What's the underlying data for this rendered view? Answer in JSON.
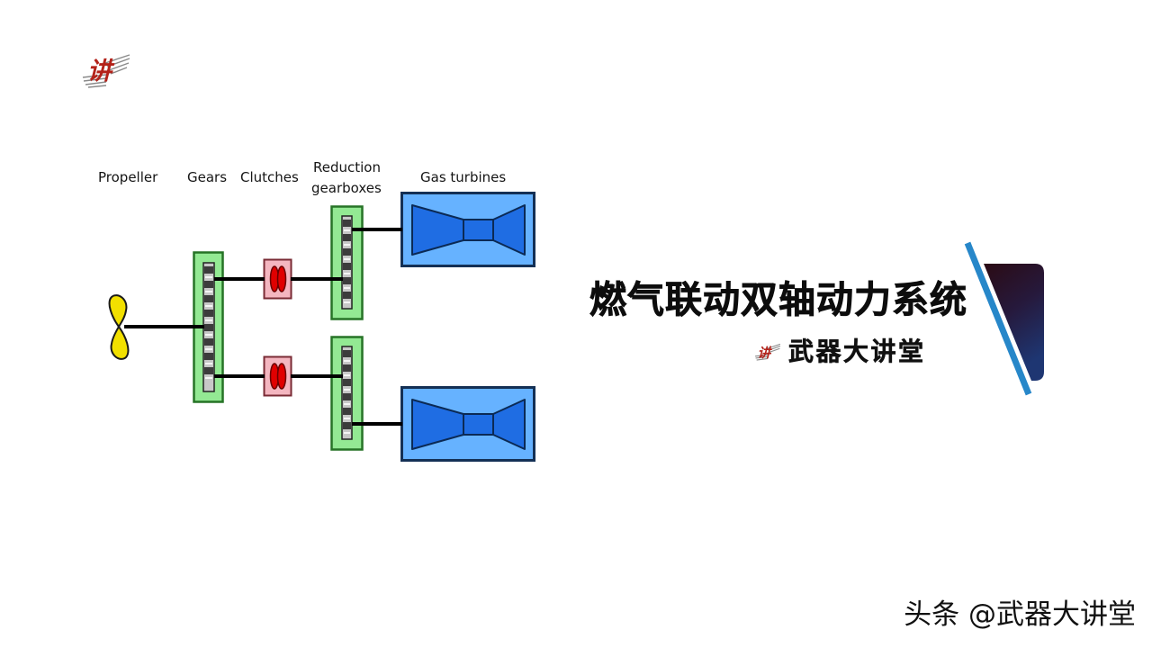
{
  "logo": {
    "icon": "winged-calligraphy-logo",
    "glyph": "讲"
  },
  "diagram": {
    "labels": {
      "propeller": "Propeller",
      "gears": "Gears",
      "clutches": "Clutches",
      "reduction_line1": "Reduction",
      "reduction_line2": "gearboxes",
      "gas_turbines": "Gas turbines"
    },
    "colors": {
      "propeller": "#f2e000",
      "gearbox": "#93e993",
      "clutch": "#f4b6c0",
      "clutch_plate": "#e00000",
      "turbine_housing": "#66b2ff",
      "turbine_core": "#1f6de3",
      "shaft": "#000000"
    }
  },
  "title": "燃气联动双轴动力系统",
  "brand": {
    "icon": "winged-calligraphy-logo",
    "name": "武器大讲堂"
  },
  "accent": {
    "stripe_color": "#2787c9",
    "panel_top": "#2b0b14",
    "panel_bottom": "#1e3672"
  },
  "watermark": "头条 @武器大讲堂"
}
